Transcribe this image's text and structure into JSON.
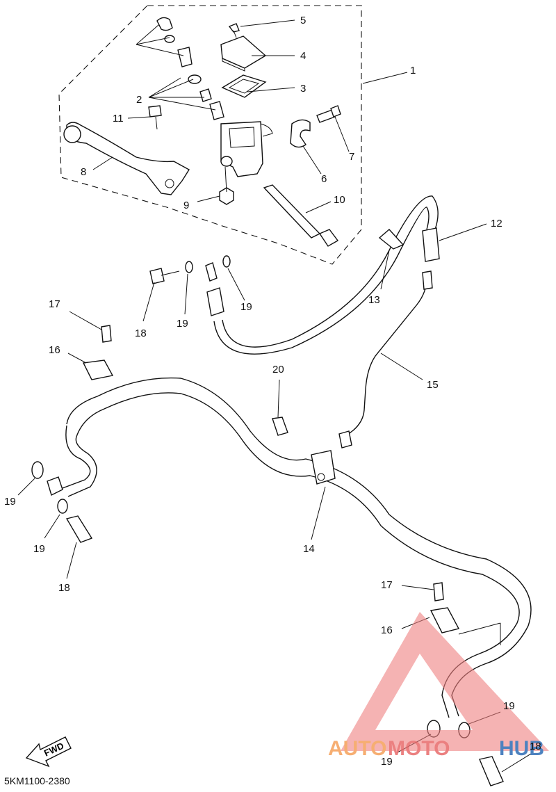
{
  "diagram": {
    "code": "5KM1100-2380",
    "fwd_label": "FWD",
    "callouts": [
      {
        "id": "c1",
        "text": "1"
      },
      {
        "id": "c2",
        "text": "2"
      },
      {
        "id": "c3",
        "text": "3"
      },
      {
        "id": "c4",
        "text": "4"
      },
      {
        "id": "c5",
        "text": "5"
      },
      {
        "id": "c6",
        "text": "6"
      },
      {
        "id": "c7",
        "text": "7"
      },
      {
        "id": "c8",
        "text": "8"
      },
      {
        "id": "c9",
        "text": "9"
      },
      {
        "id": "c10",
        "text": "10"
      },
      {
        "id": "c11",
        "text": "11"
      },
      {
        "id": "c12",
        "text": "12"
      },
      {
        "id": "c13",
        "text": "13"
      },
      {
        "id": "c14",
        "text": "14"
      },
      {
        "id": "c15",
        "text": "15"
      },
      {
        "id": "c16a",
        "text": "16"
      },
      {
        "id": "c16b",
        "text": "16"
      },
      {
        "id": "c17a",
        "text": "17"
      },
      {
        "id": "c17b",
        "text": "17"
      },
      {
        "id": "c18a",
        "text": "18"
      },
      {
        "id": "c18b",
        "text": "18"
      },
      {
        "id": "c18c",
        "text": "18"
      },
      {
        "id": "c19a",
        "text": "19"
      },
      {
        "id": "c19b",
        "text": "19"
      },
      {
        "id": "c19c",
        "text": "19"
      },
      {
        "id": "c19d",
        "text": "19"
      },
      {
        "id": "c19e",
        "text": "19"
      },
      {
        "id": "c19f",
        "text": "19"
      },
      {
        "id": "c20",
        "text": "20"
      }
    ]
  },
  "watermark": {
    "text_a": "AUTO",
    "text_b": "MOTO",
    "text_c": "HUB",
    "colors": {
      "triangle": "#f08080",
      "auto": "#f5a15a",
      "moto": "#e86a6a",
      "hub": "#2f6db5"
    }
  }
}
